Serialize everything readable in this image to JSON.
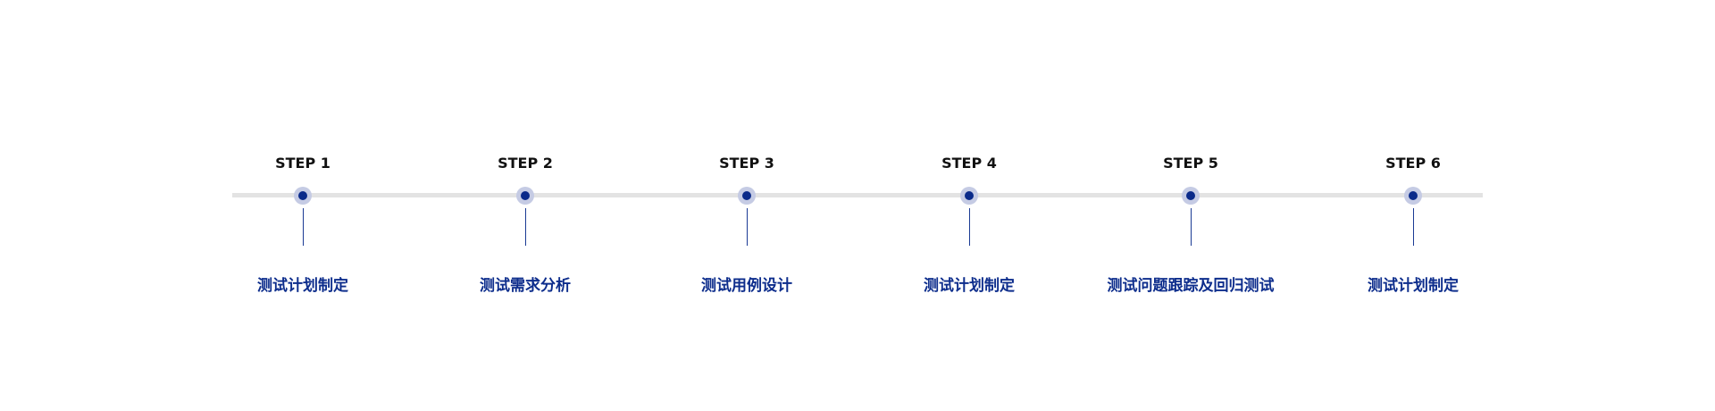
{
  "steps": [
    {
      "label": "STEP 1",
      "title": "测试计划制定"
    },
    {
      "label": "STEP 2",
      "title": "测试需求分析"
    },
    {
      "label": "STEP 3",
      "title": "测试用例设计"
    },
    {
      "label": "STEP 4",
      "title": "测试计划制定"
    },
    {
      "label": "STEP 5",
      "title": "测试问题跟踪及回归测试"
    },
    {
      "label": "STEP 6",
      "title": "测试计划制定"
    }
  ],
  "colors": {
    "accent": "#0a2a8a",
    "track": "#e3e3e3",
    "halo": "#c5cbe4"
  }
}
